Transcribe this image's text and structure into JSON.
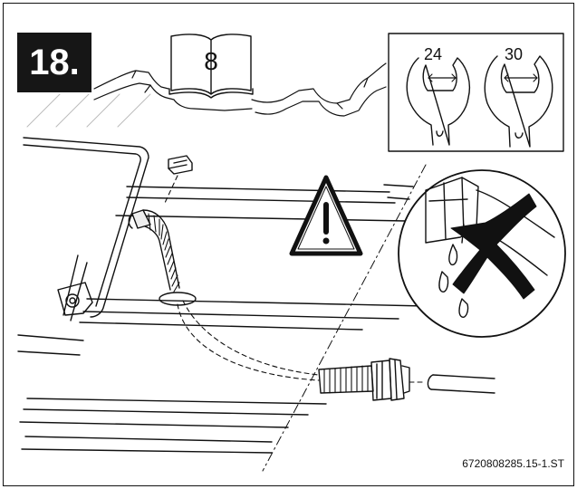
{
  "step": {
    "number": "18."
  },
  "manual_reference": {
    "page": "8"
  },
  "wrench_sizes": {
    "small": "24",
    "large": "30"
  },
  "footer": {
    "document_code": "6720808285.15-1.ST"
  },
  "icons": [
    "warning-triangle-icon",
    "manual-book-icon",
    "open-end-wrench-icon",
    "leaking-fitting-prohibited-icon"
  ]
}
